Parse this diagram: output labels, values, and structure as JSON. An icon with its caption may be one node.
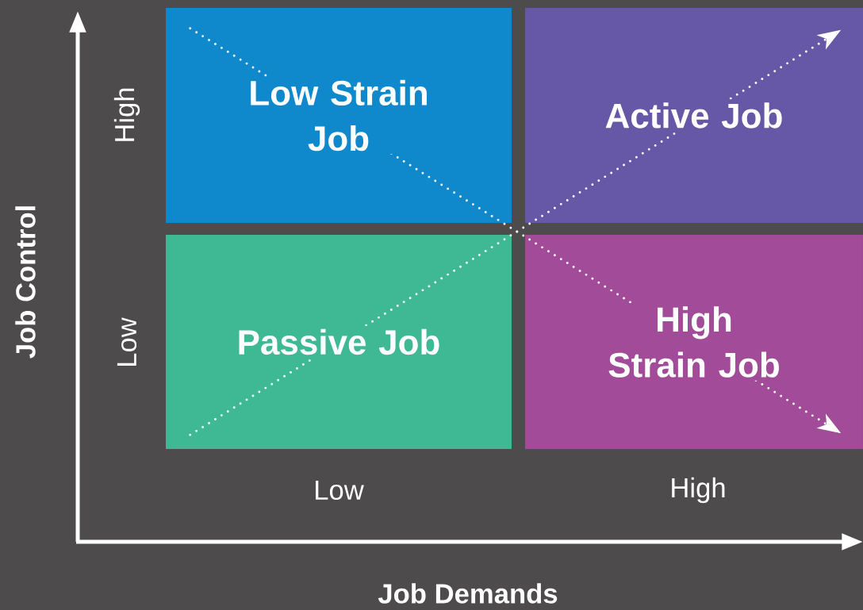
{
  "diagram": {
    "nodes": [
      {
        "text": [
          "Low Strain Job"
        ]
      },
      {
        "text": [
          "Active Job"
        ]
      },
      {
        "text": [
          "Passive Job"
        ]
      },
      {
        "text": [
          "High Strain Job"
        ]
      }
    ],
    "edges": [
      {
        "from": 0,
        "to": 3,
        "arrow": "to",
        "style": "dashed"
      },
      {
        "from": 2,
        "to": 1,
        "arrow": "to",
        "style": "dashed"
      }
    ],
    "labels": [
      "Job Control",
      "High",
      "Low",
      "Low",
      "High",
      "Job Demands"
    ]
  }
}
